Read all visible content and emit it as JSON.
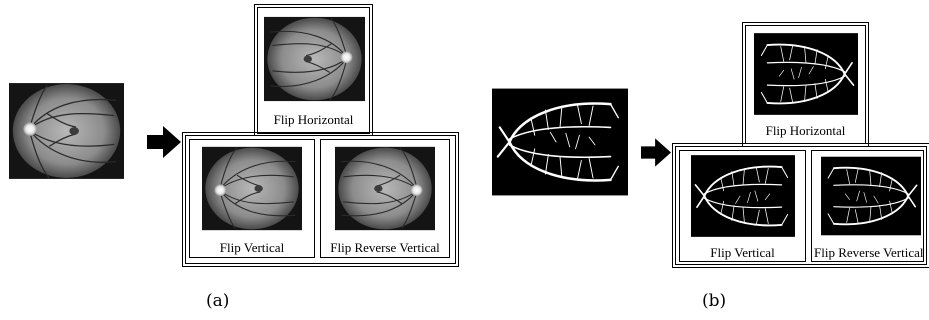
{
  "panels": {
    "a": {
      "label": "(a)",
      "captions": {
        "top": "Flip Horizontal",
        "bottom_left": "Flip Vertical",
        "bottom_right": "Flip Reverse Vertical"
      }
    },
    "b": {
      "label": "(b)",
      "captions": {
        "top": "Flip Horizontal",
        "bottom_left": "Flip Vertical",
        "bottom_right": "Flip Reverse Vertical"
      }
    }
  },
  "colors": {
    "fundus_dark": "#1a1a1a",
    "fundus_light": "#9a9a9a",
    "vessel_map_bg": "#000000",
    "vessel_stroke": "#ffffff"
  }
}
